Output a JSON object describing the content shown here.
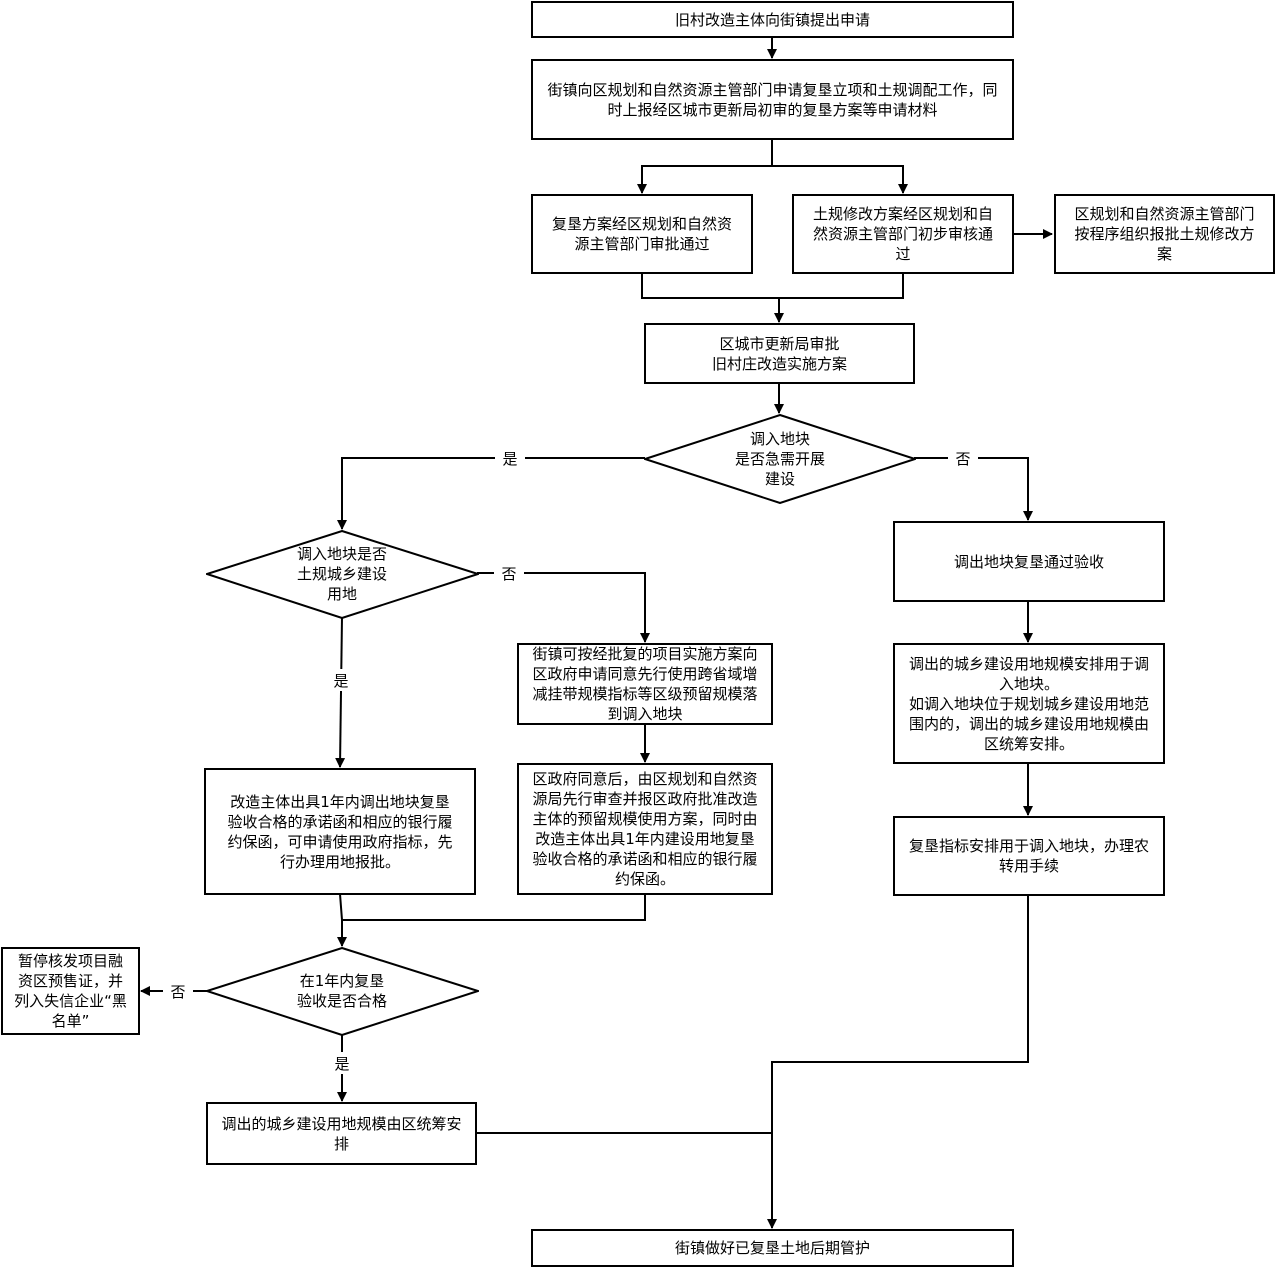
{
  "nodes": {
    "n1": "旧村改造主体向街镇提出申请",
    "n2": "街镇向区规划和自然资源主管部门申请复垦立项和土规调配工作，同时上报经区城市更新局初审的复垦方案等申请材料",
    "n3": "复垦方案经区规划和自然资源主管部门审批通过",
    "n4": "土规修改方案经区规划和自然资源主管部门初步审核通过",
    "n5": "区规划和自然资源主管部门按程序组织报批土规修改方案",
    "n6": "区城市更新局审批\n旧村庄改造实施方案",
    "d1": "调入地块\n是否急需开展\n建设",
    "d2": "调入地块是否\n土规城乡建设\n用地",
    "n7": "街镇可按经批复的项目实施方案向区政府申请同意先行使用跨省域增减挂带规模指标等区级预留规模落到调入地块",
    "n8": "改造主体出具1年内调出地块复垦验收合格的承诺函和相应的银行履约保函，可申请使用政府指标，先行办理用地报批。",
    "n9": "区政府同意后，由区规划和自然资源局先行审查并报区政府批准改造主体的预留规模使用方案，同时由改造主体出具1年内建设用地复垦验收合格的承诺函和相应的银行履约保函。",
    "d3": "在1年内复垦\n验收是否合格",
    "n10": "暂停核发项目融资区预售证，并列入失信企业“黑名单”",
    "n11": "调出的城乡建设用地规模由区统筹安排",
    "n12": "调出地块复垦通过验收",
    "n13": "调出的城乡建设用地规模安排用于调入地块。\n如调入地块位于规划城乡建设用地范围内的，调出的城乡建设用地规模由区统筹安排。",
    "n14": "复垦指标安排用于调入地块，办理农转用手续",
    "n15": "街镇做好已复垦土地后期管护"
  },
  "labels": {
    "yes": "是",
    "no": "否"
  }
}
